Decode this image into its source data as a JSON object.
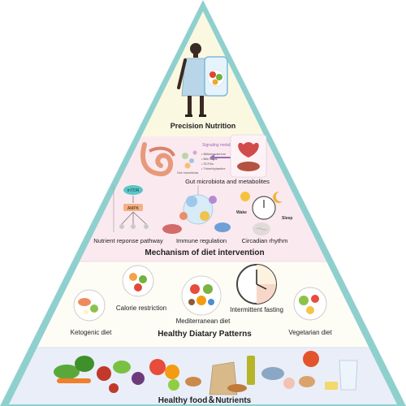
{
  "tiers": {
    "apex": {
      "title": "Precision Nutrition"
    },
    "mechanism": {
      "title": "Mechanism of diet intervention",
      "gut": {
        "caption": "Gut microbiota and metabolites",
        "box_title": "Signaling metabolites",
        "metabolites": [
          "• Bifidobacterium",
          "• Bile acids",
          "• SCFAs",
          "• Trimethylamine"
        ],
        "microbiota_label": "Gut microbiota"
      },
      "pathway": {
        "caption": "Nutrient reponse pathway",
        "node_top": "mTOR",
        "node_mid": "AMPK"
      },
      "immune": {
        "caption": "Immune regulation"
      },
      "circadian": {
        "caption": "Circadian rhythm",
        "wake": "Wake",
        "sleep": "Sleep"
      }
    },
    "patterns": {
      "title": "Healthy  Diatary Patterns",
      "items": [
        "Calorie restriction",
        "Intermittent fasting",
        "Mediterranean diet",
        "Ketogenic diet",
        "Vegetarian diet"
      ]
    },
    "base": {
      "title": "Healthy  food＆Nutrients"
    }
  },
  "colors": {
    "frame": "#8fd0cf",
    "apex_bg": "#fbf8e2",
    "mechanism_bg": "#fbe9f0",
    "patterns_bg": "#fdfdf6",
    "base_bg": "#e9eef8",
    "accent_purple": "#9b6bb5",
    "teal_node": "#5bc6c6"
  }
}
